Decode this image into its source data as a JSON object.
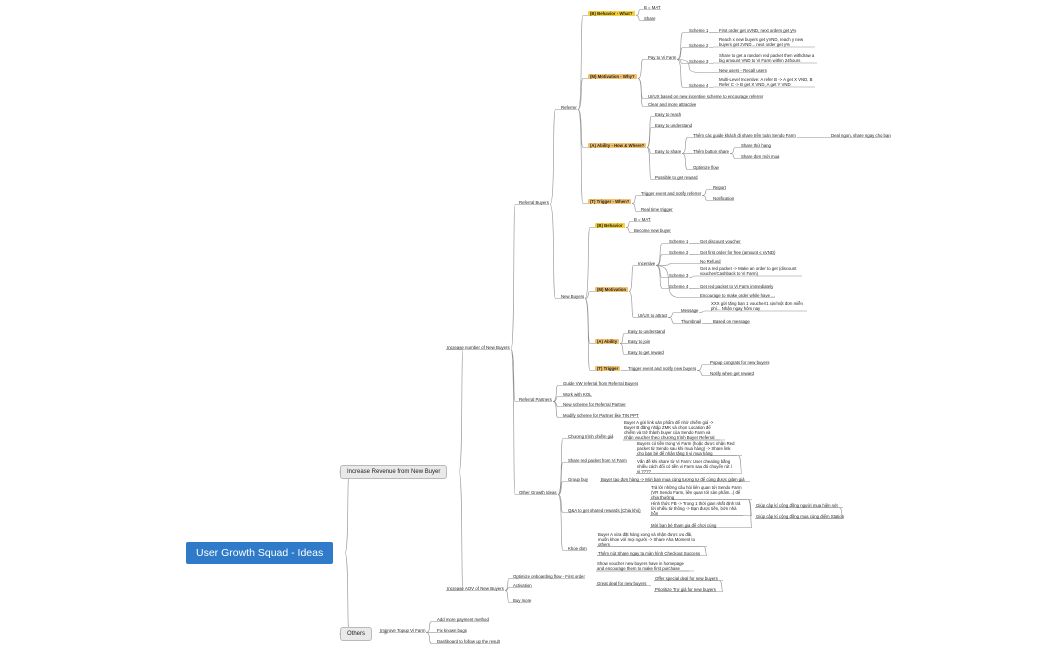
{
  "root": "User Growth Squad - Ideas",
  "increase_revenue": "Increase Revenue from New Buyer",
  "others": "Others",
  "increase_new_buyers": "Increase number of New Buyers",
  "increase_aov": "Increase AOV of New Buyers",
  "improve_topup": "Improve Topup Vi Farm",
  "referral_buyers": "Referral Buyers",
  "referral_partners": "Referral Partners",
  "other_growth": "Other Growth Ideas",
  "referrer": "Referrer",
  "new_buyers": "New Buyers",
  "b_what": "(B) Behavior - What?",
  "b_mat": "B = MAT",
  "share": "Share",
  "m_why": "(M) Motivation - Why?",
  "pay_to_vi": "Pay to Vi Farm",
  "scheme1": "Scheme 1",
  "scheme1_text": "First order get xVND, next orders get y%",
  "scheme2": "Scheme 2",
  "scheme2_text": "Reach x new buyers get yVND, reach y new buyers get zVND... next order get y%",
  "scheme3": "Scheme 3",
  "scheme3_text": "Share to get a random red packet then withdraw a big amount VND to Vi Farm within 24hours",
  "new_users_recall": "New users - Recall users",
  "scheme4": "Scheme 4",
  "scheme4_text": "Multi-Level Incentive: A refer B -> A get X VND, B Refer C -> B get X VND, A get Y VND",
  "uiux_new": "UI/UX based on new incentive scheme to encourage referrer",
  "clear_attractive": "Clear and more attractive",
  "a_how": "(A) Ability - How & Where?",
  "easy_reach": "Easy to reach",
  "easy_understand": "Easy to understand",
  "easy_share": "Easy to share",
  "them_cac": "Thêm các guide khách đi share trên toàn Sendo Farm",
  "deal_ngon": "Deal ngon, share ngay cho bạn",
  "them_button": "Thêm button share",
  "share_thu_hang": "Share thứ hạng",
  "share_don_mua": "Share đơn mới mua",
  "optimize_flow": "Optimize flow",
  "possible_reward": "Possible to get reward",
  "t_when": "(T) Trigger - When?",
  "trigger_notify_referrer": "Trigger event and notify referrer",
  "report": "Report",
  "notification": "Notification",
  "realtime": "Real time trigger",
  "b_behavior": "(B) Behavior",
  "become_new": "Become new buyer",
  "m_motivation": "(M) Motivation",
  "incentive": "Incentive",
  "nb_scheme1_text": "Get discount voucher",
  "nb_scheme2_text": "Get first order for free (amount ≤ xVND)",
  "no_refund": "No Refund",
  "nb_scheme3_text": "Get a red packet -> Make an order to get (discount voucher/Cashback to Vi Farm)",
  "nb_scheme4_text": "Get red packet to Vi Farm immediately",
  "encourage": "Encourage to make order while have ...",
  "uiux_attract": "UI/UX to attract",
  "message": "Message",
  "message_text": "XXX gửi tặng bạn 1 voucher/1 xịn/một đơn miễn phí... Nhận ngay hôm nay",
  "thumbnail": "Thumbnail",
  "based_message": "Based on message",
  "a_ability": "(A) Ability",
  "easy_join": "Easy to join",
  "easy_get_reward": "Easy to get reward",
  "t_trigger": "(T) Trigger",
  "trigger_notify_new": "Trigger event and notify new buyers",
  "popup_congrats": "Popup congrats for new buyers",
  "notify_when": "Notify when get reward",
  "guide_vw": "Guide VW referral from Referral Buyers",
  "work_kol": "Work with KOL",
  "new_scheme_partner": "New scheme for Referral Partner",
  "modify_scheme": "Modify scheme for Partner like TIN PPT",
  "chuong_trinh": "Chương trình chiếm giá",
  "chuong_trinh_text": "Buyer A gửi link sản phẩm để nhờ chiếm giá -> Buyer B đăng nhập ZMK và chọn Location để chiếm và trở thành buyer của Sendo Farm và nhận voucher theo chương trình Buyer Referral",
  "share_red_packet": "Share red packet from Vi Farm",
  "red_packet_a": "Buyers có tiền trong Vi Farm (hoặc được nhận Red packet từ Sendo sau khi mua hàng) -> Share link cho bạn bè để nhận tặng ti vi mua hàng",
  "red_packet_b": "Vấn đề khi share từ Vi Farm: User cheating bằng nhiều cách đổi có tiền vi Farm sau đó chuyển rút í vi ????",
  "group_buy": "Group buy",
  "group_buy_text": "Buyer tạo đơn hàng -> Mời bạn mua cùng tương tự để cùng được giảm giá",
  "qa_shared": "Q&A to get shared rewards (Chia khó)",
  "qa_a": "Trả lời những câu hỏi liên quan tới Sendo Farm (VR Sendo Farm, liên quan tới sản phẩm...) để chia thưởng",
  "qa_b": "Hình thức FB -> Trong 1 thời gian nhất định trả lời nhiều từ thông -> Bạn được tiền, bớn nhà hỗn",
  "qa_b1": "Giúp cập kí cộng đồng người mua hiện nét",
  "qa_b2": "Giúp cập kí cộng đồng mua cùng điểm Station",
  "qa_c": "Mời bạn bè tham gia để chơi cùng",
  "khoe_don": "Khoe đơn",
  "khoe_a": "Buyer A vừa đặt hàng xong và nhận được ưu đãi, muốn khoe với mọi người -> Share Aha Moment to others",
  "khoe_b": "Thêm nút Share ngay ta màn hình Checkout Success",
  "optimize_onboarding": "Optimize onboarding flow - First order",
  "show_voucher": "Show voucher new buyers have in homepage and encourage them to make first purchase",
  "activation": "Activation",
  "great_deal": "Great deal for new buyers",
  "offer_special": "Offer special deal for new buyers",
  "prioritize": "Prioritize Trợ giá for new buyers",
  "buy_more": "Buy more",
  "add_payment": "Add more payment method",
  "fix_bugs": "Fix known bugs",
  "dashboard": "Dashboard to follow up the result",
  "colors": {
    "root": "#2f7bc9",
    "yellow_tag": "#f6d13a",
    "orange_tag": "#f3c26e",
    "line": "#8d8d8d"
  }
}
